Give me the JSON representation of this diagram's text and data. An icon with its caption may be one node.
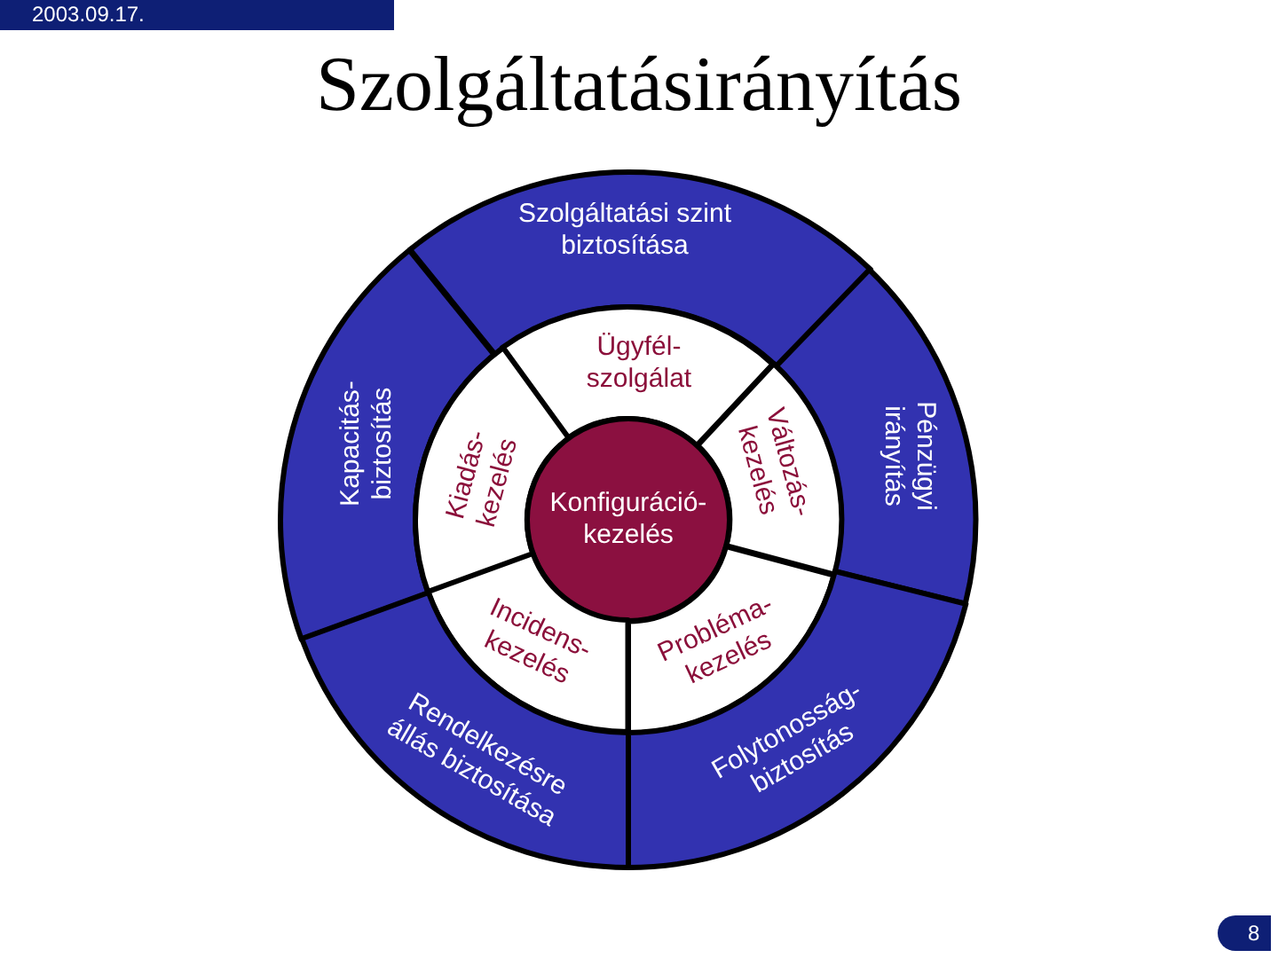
{
  "diagram": {
    "title": "Szolgáltatásirányítás",
    "nodes": [
      {
        "text": [
          "Szolgáltatási szint biztosítása"
        ]
      },
      {
        "text": [
          "Kapacitás- biztosítás"
        ]
      },
      {
        "text": [
          "Pénzügyi irányítás"
        ]
      },
      {
        "text": [
          "Ügyfél- szolgálat"
        ]
      },
      {
        "text": [
          "Kiadás- kezelés"
        ]
      },
      {
        "text": [
          "Változás- kezelés"
        ]
      },
      {
        "text": [
          "Konfiguráció- kezelés"
        ]
      },
      {
        "text": [
          "Incidens- kezelés"
        ]
      },
      {
        "text": [
          "Probléma- kezelés"
        ]
      },
      {
        "text": [
          "Rendelkezésre állás biztosítása"
        ]
      },
      {
        "text": [
          "Folytonosság- biztosítás"
        ]
      }
    ],
    "labels": [
      "2003.09.17.",
      "8"
    ]
  }
}
